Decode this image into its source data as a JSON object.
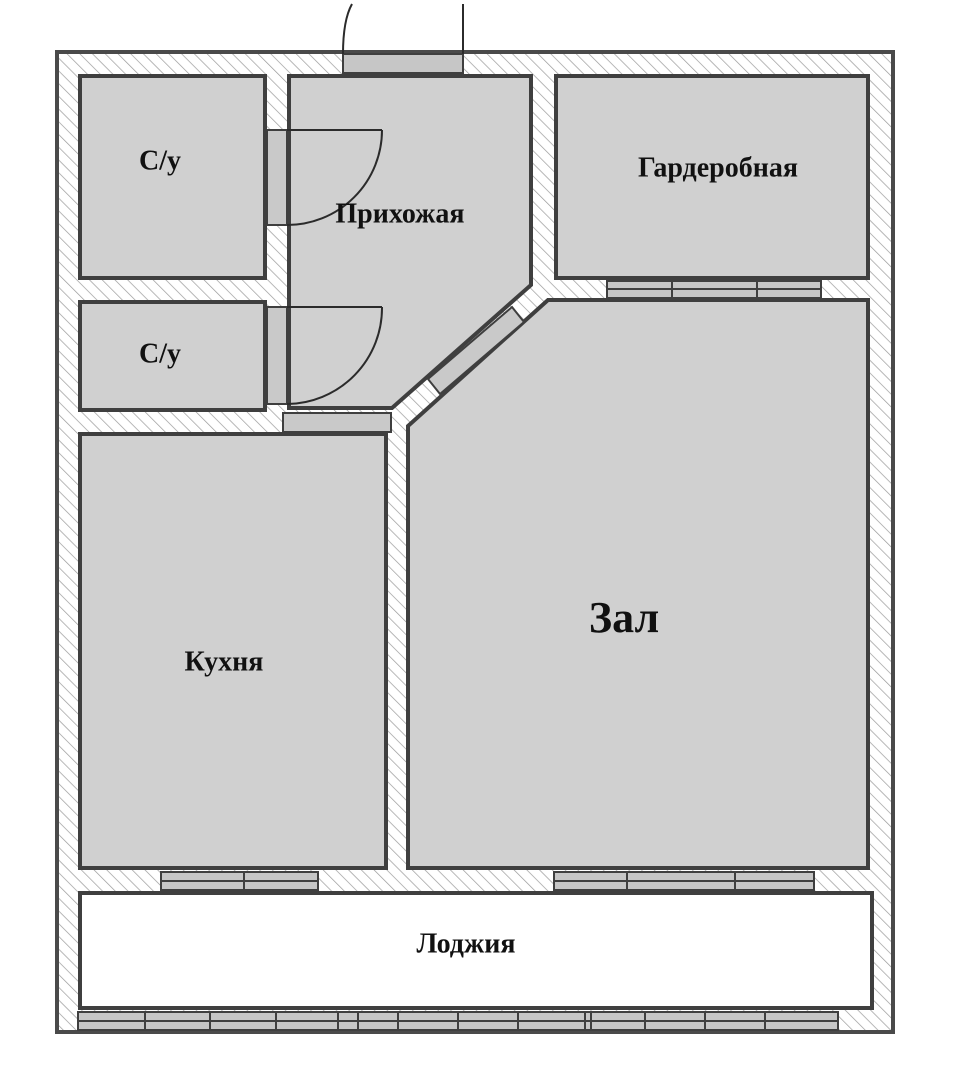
{
  "plan": {
    "rooms": {
      "bathroom_1": "С/у",
      "bathroom_2": "С/у",
      "hallway": "Прихожая",
      "wardrobe": "Гардеробная",
      "kitchen": "Кухня",
      "living_room": "Зал",
      "loggia": "Лоджия"
    },
    "colors": {
      "room_fill": "#d0d0d0",
      "wall_hatch": "#9a9a9a",
      "wall_outline": "#4a4a4a",
      "loggia_fill": "#ffffff"
    }
  }
}
